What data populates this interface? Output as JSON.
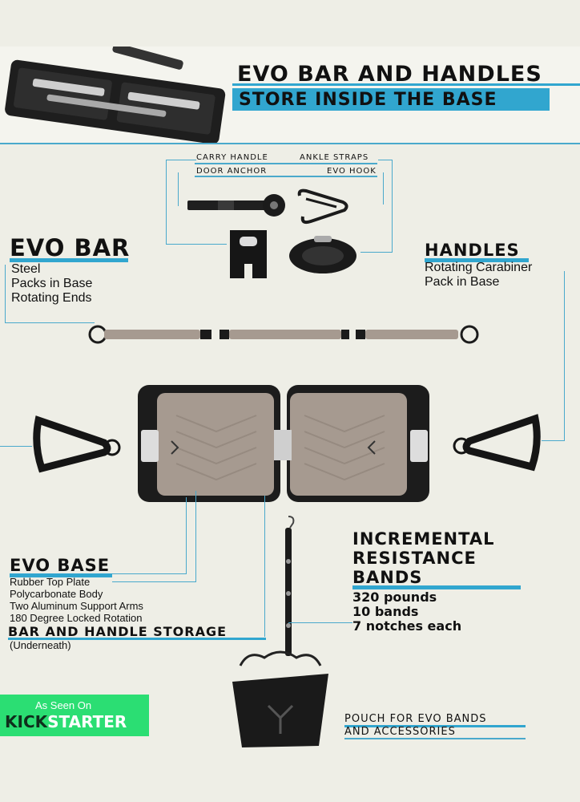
{
  "header": {
    "title": "EVO BAR AND HANDLES",
    "subtitle": "STORE INSIDE THE BASE"
  },
  "accessories": {
    "carry_handle": "CARRY HANDLE",
    "ankle_straps": "ANKLE STRAPS",
    "door_anchor": "DOOR ANCHOR",
    "evo_hook": "EVO HOOK"
  },
  "evo_bar": {
    "title": "EVO BAR",
    "features": [
      "Steel",
      "Packs in Base",
      "Rotating Ends"
    ]
  },
  "handles": {
    "title": "HANDLES",
    "features": [
      "Rotating Carabiner",
      "Pack in Base"
    ]
  },
  "evo_base": {
    "title": "EVO BASE",
    "features": [
      "Rubber Top Plate",
      "Polycarbonate Body",
      "Two Aluminum Support Arms",
      "180 Degree Locked Rotation"
    ]
  },
  "storage": {
    "title": "BAR AND HANDLE STORAGE",
    "note": "(Underneath)"
  },
  "bands": {
    "title_lines": [
      "INCREMENTAL",
      "RESISTANCE",
      "BANDS"
    ],
    "specs": [
      "320 pounds",
      "10 bands",
      "7 notches each"
    ]
  },
  "pouch": {
    "line1": "POUCH FOR EVO BANDS",
    "line2": "AND ACCESSORIES"
  },
  "badge": {
    "top": "As Seen On",
    "kick": "KICK",
    "starter": "STARTER"
  },
  "colors": {
    "accent": "#31a6cf",
    "background": "#eeeee6",
    "kickstarter_green": "#2bde73",
    "product_dark": "#1c1c1c",
    "product_tan": "#a69a90"
  }
}
